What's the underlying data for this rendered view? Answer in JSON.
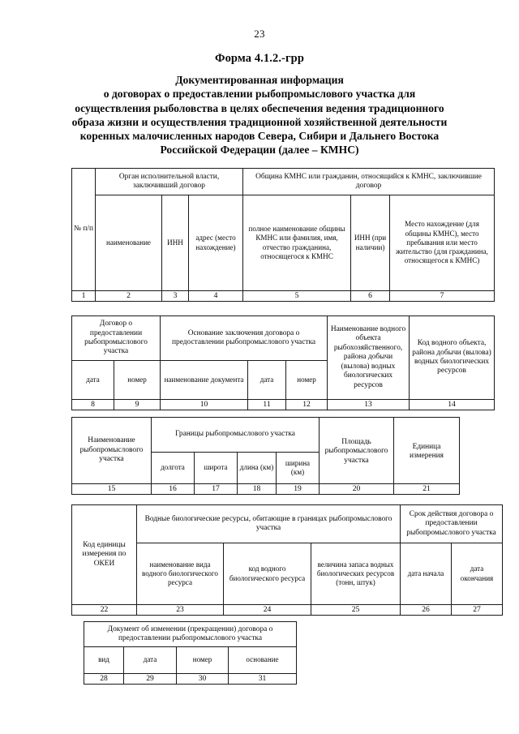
{
  "document": {
    "page_number": "23",
    "form_code": "Форма 4.1.2.-грр",
    "title_lines": [
      "Документированная информация",
      "о договорах о предоставлении рыбопромыслового участка для",
      "осуществления рыболовства в целях обеспечения ведения традиционного",
      "образа жизни и осуществления традиционной хозяйственной деятельности",
      "коренных малочисленных народов Севера, Сибири и Дальнего Востока",
      "Российской Федерации (далее – КМНС)"
    ]
  },
  "tables": [
    {
      "id": "table-1",
      "group_headers": [
        "Орган исполнительной власти, заключивший договор",
        "Община КМНС или гражданин, относящийся к КМНС, заключившие договор"
      ],
      "columns": [
        "№ п/п",
        "наименование",
        "ИНН",
        "адрес (место нахождение)",
        "полное наименование общины КМНС или фамилия, имя, отчество гражданина, относящегося к КМНС",
        "ИНН (при наличии)",
        "Место нахождение (для общины КМНС), место пребывания или место жительство (для гражданина, относящегося к КМНС)"
      ],
      "numbers": [
        "1",
        "2",
        "3",
        "4",
        "5",
        "6",
        "7"
      ]
    },
    {
      "id": "table-2",
      "group_headers": [
        "Договор о предоставлении рыбопромыслового участка",
        "Основание заключения договора о предоставлении рыбопромыслового участка",
        "Наименование водного объекта рыбохозяйственного, района добычи (вылова) водных биологических ресурсов",
        "Код водного объекта, района добычи (вылова) водных биологических ресурсов"
      ],
      "columns": [
        "дата",
        "номер",
        "наименование документа",
        "дата",
        "номер"
      ],
      "numbers": [
        "8",
        "9",
        "10",
        "11",
        "12",
        "13",
        "14"
      ]
    },
    {
      "id": "table-3",
      "group_headers": [
        "Наименование рыбопромыслового участка",
        "Границы  рыбопромыслового участка",
        "Площадь рыбопромыслового участка",
        "Единица измерения"
      ],
      "columns": [
        "долгота",
        "широта",
        "длина (км)",
        "ширина (км)"
      ],
      "numbers": [
        "15",
        "16",
        "17",
        "18",
        "19",
        "20",
        "21"
      ]
    },
    {
      "id": "table-4",
      "group_headers": [
        "Код единицы измерения по ОКЕИ",
        "Водные биологические ресурсы, обитающие в границах рыбопромыслового участка",
        "Срок действия договора о предоставлении рыбопромыслового участка"
      ],
      "columns": [
        "наименование вида водного биологического ресурса",
        "код водного биологического ресурса",
        "величина запаса водных биологических ресурсов (тонн, штук)",
        "дата начала",
        "дата окончания"
      ],
      "numbers": [
        "22",
        "23",
        "24",
        "25",
        "26",
        "27"
      ]
    },
    {
      "id": "table-5",
      "group_headers": [
        "Документ об изменении (прекращении) договора о предоставлении рыбопромыслового участка"
      ],
      "columns": [
        "вид",
        "дата",
        "номер",
        "основание"
      ],
      "numbers": [
        "28",
        "29",
        "30",
        "31"
      ]
    }
  ]
}
